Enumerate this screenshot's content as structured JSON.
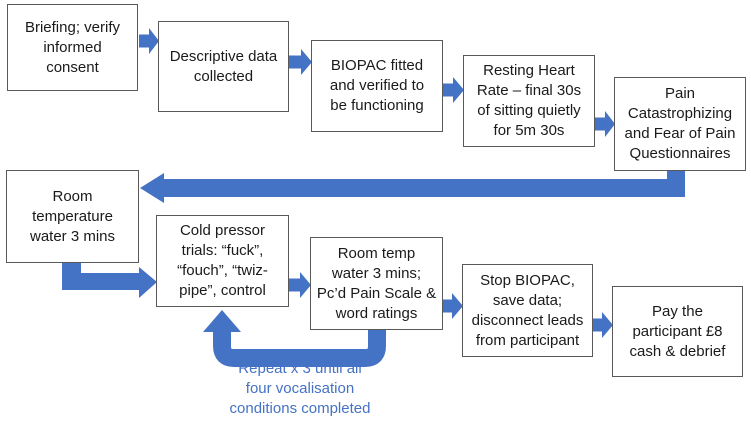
{
  "colors": {
    "arrow_blue": "#4472C4",
    "loop_text_blue": "#4472C4",
    "box_border": "#595959",
    "text": "#1a1a1a",
    "background": "#ffffff"
  },
  "flowchart": {
    "nodes": [
      {
        "id": "briefing",
        "label": "Briefing; verify\ninformed\nconsent"
      },
      {
        "id": "descriptive",
        "label": "Descriptive data\ncollected"
      },
      {
        "id": "biopac-fitted",
        "label": "BIOPAC fitted\nand verified to\nbe functioning"
      },
      {
        "id": "resting-hr",
        "label": "Resting Heart\nRate – final 30s\nof sitting quietly\nfor 5m 30s"
      },
      {
        "id": "questionnaires",
        "label": "Pain\nCatastrophizing\nand Fear of Pain\nQuestionnaires"
      },
      {
        "id": "room-temp-water",
        "label": "Room\ntemperature\nwater 3 mins"
      },
      {
        "id": "cold-pressor",
        "label": "Cold pressor\ntrials: “fuck”,\n“fouch”, “twiz-\npipe”, control"
      },
      {
        "id": "room-temp-2",
        "label": "Room temp\nwater 3 mins;\nPc’d Pain Scale &\nword ratings"
      },
      {
        "id": "stop-biopac",
        "label": "Stop BIOPAC,\nsave data;\ndisconnect leads\nfrom participant"
      },
      {
        "id": "payment",
        "label": "Pay the\nparticipant £8\ncash & debrief"
      }
    ],
    "loop_note": "Repeat x 3 until all\nfour vocalisation\nconditions completed"
  }
}
